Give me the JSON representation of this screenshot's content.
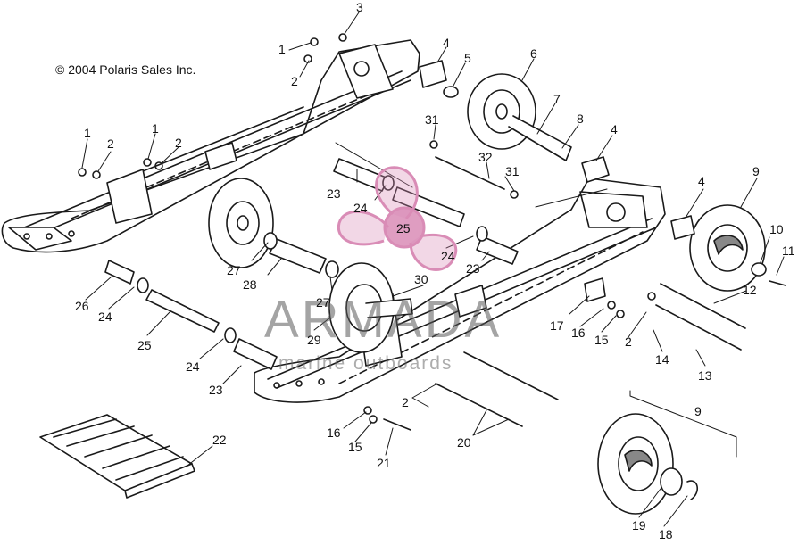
{
  "copyright": "© 2004 Polaris Sales Inc.",
  "watermark": {
    "title": "ARMADA",
    "subtitle": "marine outboards",
    "badge_number": "25",
    "color": "#d98cb6"
  },
  "callouts": [
    "1",
    "2",
    "3",
    "1",
    "2",
    "4",
    "5",
    "6",
    "7",
    "8",
    "1",
    "2",
    "1",
    "2",
    "31",
    "32",
    "31",
    "4",
    "9",
    "4",
    "10",
    "11",
    "23",
    "24",
    "25",
    "24",
    "23",
    "27",
    "28",
    "27",
    "30",
    "12",
    "26",
    "24",
    "25",
    "29",
    "17",
    "16",
    "15",
    "2",
    "14",
    "13",
    "24",
    "23",
    "2",
    "16",
    "15",
    "21",
    "20",
    "9",
    "22",
    "19",
    "18"
  ]
}
